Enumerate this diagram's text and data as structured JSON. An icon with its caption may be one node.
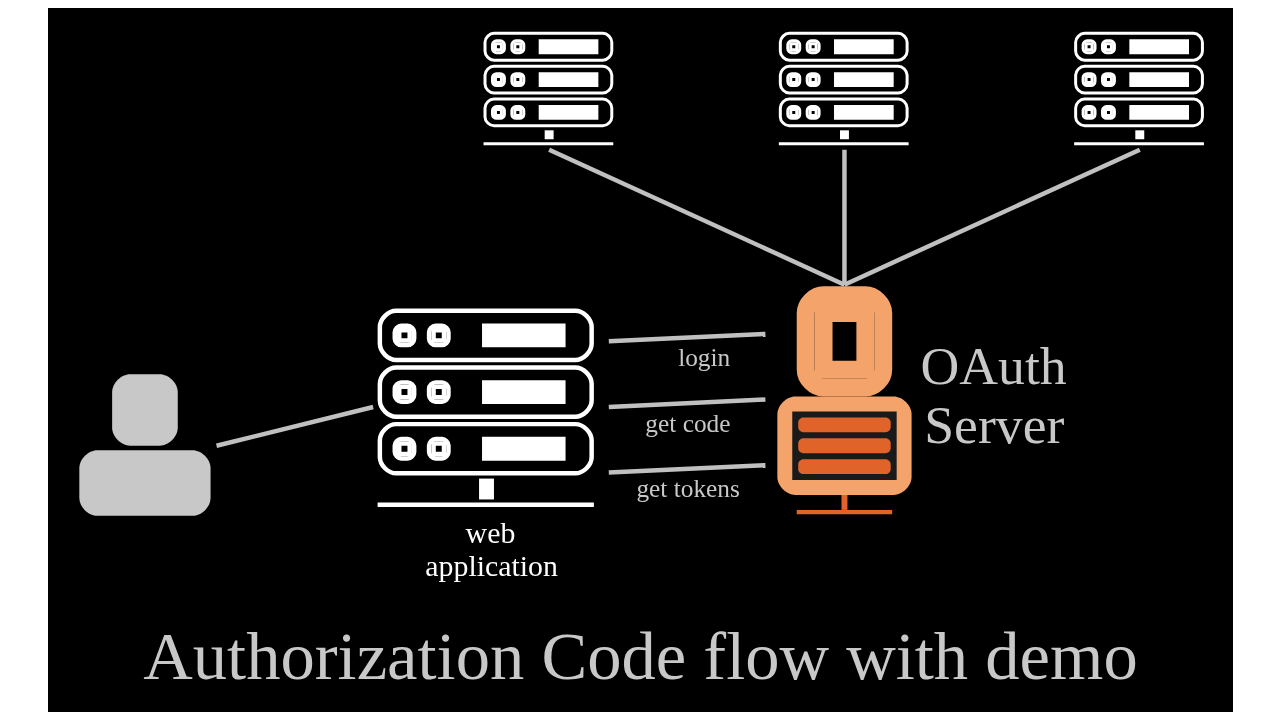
{
  "diagram": {
    "title": "Authorization Code flow with demo",
    "nodes": [
      {
        "text": [],
        "shape": "person"
      },
      {
        "text": [
          "web application"
        ]
      },
      {
        "text": [
          "OAuth Server"
        ]
      },
      {
        "text": [],
        "shape": "picture"
      },
      {
        "text": [],
        "shape": "picture"
      },
      {
        "text": [],
        "shape": "picture"
      }
    ],
    "edges": [
      {
        "from": 0,
        "to": 1,
        "arrow": "none"
      },
      {
        "from": 1,
        "to": 2,
        "label": "login",
        "arrow": "none"
      },
      {
        "from": 1,
        "to": 2,
        "label": "get code",
        "arrow": "none"
      },
      {
        "from": 1,
        "to": 2,
        "label": "get tokens",
        "arrow": "none"
      },
      {
        "from": 3,
        "to": 2,
        "arrow": "none"
      },
      {
        "from": 4,
        "to": 2,
        "arrow": "none"
      },
      {
        "from": 5,
        "to": 2,
        "arrow": "none"
      }
    ]
  }
}
